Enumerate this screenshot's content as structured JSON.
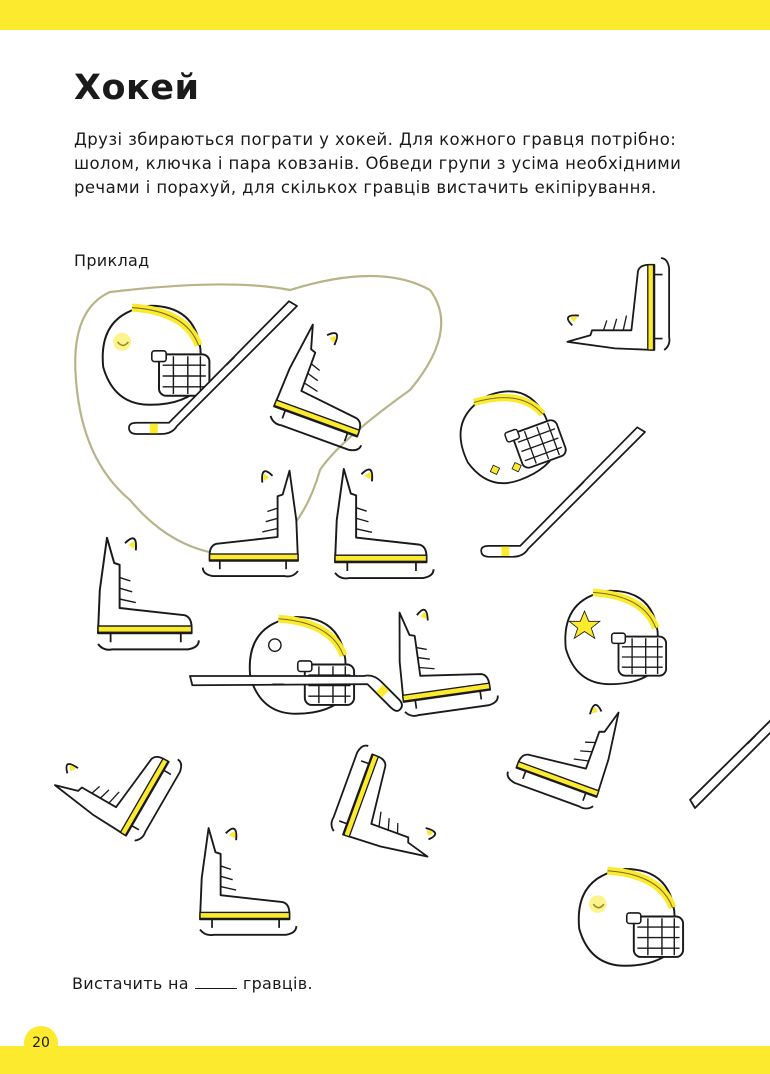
{
  "page": {
    "title": "Хокей",
    "instructions": "Друзі збираються пограти у хокей. Для кожного гравця потрібно: шолом, ключка і пара ковзанів. Обведи групи з усіма необхідними речами і порахуй, для скількох гравців вистачить екіпірування.",
    "example_label": "Приклад",
    "answer_prefix": "Вистачить на",
    "answer_suffix": "гравців.",
    "page_number": "20"
  },
  "colors": {
    "accent_yellow": "#fcea2e",
    "outline": "#1a1a1a",
    "example_outline": "#b8b48a"
  },
  "items": [
    {
      "type": "helmet",
      "variant": "smile-example"
    },
    {
      "type": "stick",
      "variant": "example"
    },
    {
      "type": "skate",
      "variant": "example-top"
    },
    {
      "type": "skate",
      "variant": "example-bottom"
    },
    {
      "type": "skate",
      "variant": "upright"
    },
    {
      "type": "helmet",
      "variant": "hearts"
    },
    {
      "type": "skate",
      "variant": "right-top"
    },
    {
      "type": "stick",
      "variant": "right"
    },
    {
      "type": "skate",
      "variant": "left"
    },
    {
      "type": "helmet",
      "variant": "swirl"
    },
    {
      "type": "skate",
      "variant": "center"
    },
    {
      "type": "helmet",
      "variant": "star"
    },
    {
      "type": "stick",
      "variant": "center"
    },
    {
      "type": "skate",
      "variant": "tilted"
    },
    {
      "type": "skate",
      "variant": "lower-left"
    },
    {
      "type": "skate",
      "variant": "lower-mid"
    },
    {
      "type": "skate",
      "variant": "bottom-left"
    },
    {
      "type": "stick",
      "variant": "lower-right"
    },
    {
      "type": "helmet",
      "variant": "smile"
    }
  ]
}
